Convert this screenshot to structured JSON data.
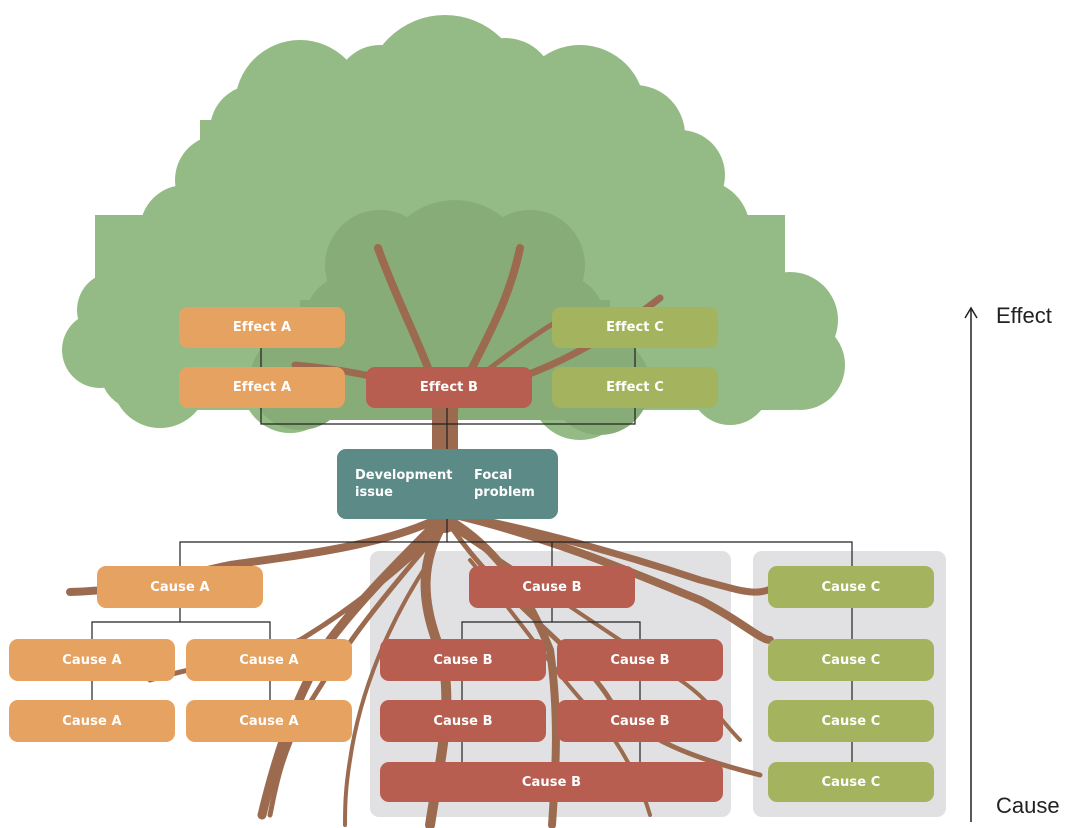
{
  "effects": {
    "a_top": "Effect A",
    "a_bottom": "Effect A",
    "b": "Effect B",
    "c_top": "Effect C",
    "c_bottom": "Effect C"
  },
  "focal": {
    "line1_left": "Development",
    "line2_left": "issue",
    "line1_right": "Focal",
    "line2_right": "problem"
  },
  "causes": {
    "a_main": "Cause A",
    "a_1": "Cause A",
    "a_2": "Cause A",
    "a_3": "Cause A",
    "a_4": "Cause A",
    "b_main": "Cause B",
    "b_1": "Cause B",
    "b_2": "Cause B",
    "b_3": "Cause B",
    "b_4": "Cause B",
    "b_5": "Cause B",
    "c_main": "Cause C",
    "c_1": "Cause C",
    "c_2": "Cause C",
    "c_3": "Cause C"
  },
  "axis": {
    "top": "Effect",
    "bottom": "Cause"
  },
  "colors": {
    "orange": "#e6a261",
    "red": "#b85e50",
    "green": "#a4b45e",
    "teal": "#5b8a87",
    "foliage": "#94bb85",
    "foliage_dark": "#88ac78",
    "trunk": "#9c6b4f",
    "panel": "#e1e1e3"
  }
}
